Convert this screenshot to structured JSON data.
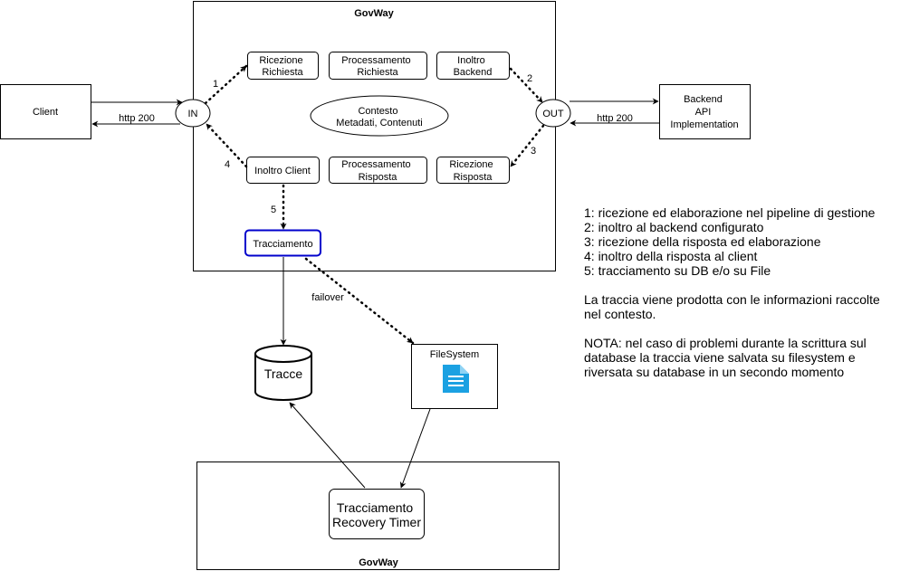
{
  "diagram": {
    "govway_top_title": "GovWay",
    "govway_bottom_title": "GovWay",
    "client": "Client",
    "backend": [
      "Backend",
      "API",
      "Implementation"
    ],
    "in_node": "IN",
    "out_node": "OUT",
    "http_left": "http 200",
    "http_right": "http 200",
    "ricezione_richiesta": [
      "Ricezione",
      "Richiesta"
    ],
    "processamento_richiesta": [
      "Processamento",
      "Richiesta"
    ],
    "inoltro_backend": [
      "Inoltro",
      "Backend"
    ],
    "contesto": [
      "Contesto",
      "Metadati, Contenuti"
    ],
    "inoltro_client": "Inoltro Client",
    "processamento_risposta": [
      "Processamento",
      "Risposta"
    ],
    "ricezione_risposta": [
      "Ricezione",
      "Risposta"
    ],
    "tracciamento": "Tracciamento",
    "step_1": "1",
    "step_2": "2",
    "step_3": "3",
    "step_4": "4",
    "step_5": "5",
    "failover": "failover",
    "tracce": "Tracce",
    "filesystem": "FileSystem",
    "recovery_timer": [
      "Tracciamento",
      "Recovery Timer"
    ],
    "colors": {
      "tracciamento_border": "#0000cc",
      "file_icon": "#1ba1e2"
    },
    "icons": {
      "filesystem": "file-icon",
      "tracce": "database-icon"
    }
  },
  "legend": {
    "steps": [
      "1: ricezione ed elaborazione nel pipeline di gestione",
      "2: inoltro al backend configurato",
      "3: ricezione della risposta ed elaborazione",
      "4: inoltro della risposta al client",
      "5: tracciamento su DB e/o su File"
    ],
    "note_context": [
      "La traccia viene prodotta con le informazioni raccolte",
      "nel contesto."
    ],
    "note_failover": [
      "NOTA: nel caso di problemi durante la scrittura sul",
      "database la traccia viene salvata su filesystem e",
      "riversata su database in un secondo momento"
    ]
  }
}
